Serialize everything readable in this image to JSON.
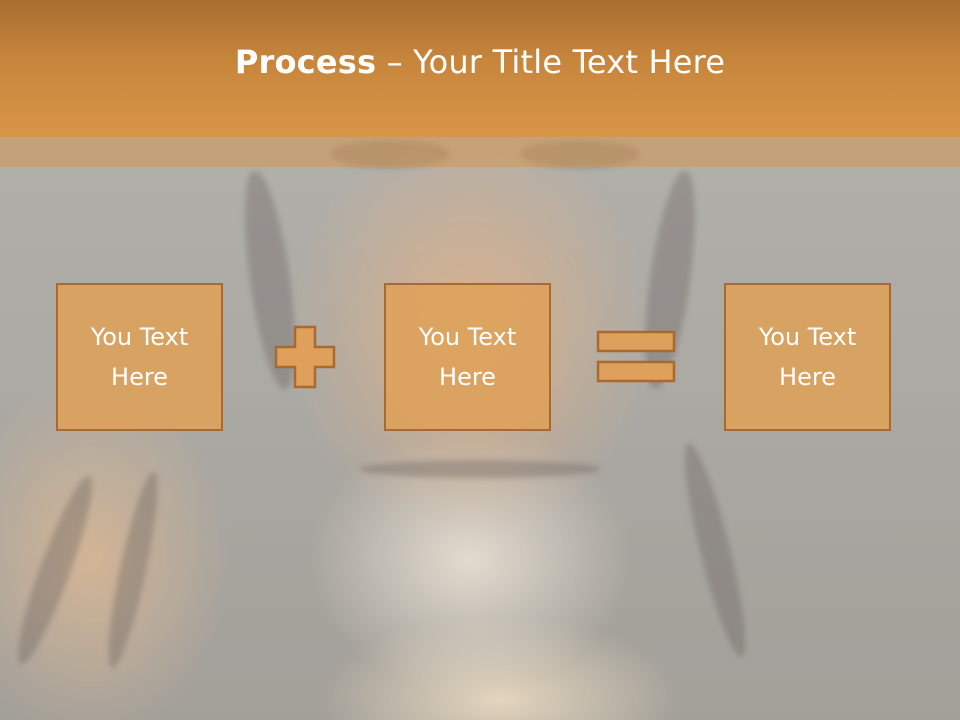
{
  "slide": {
    "title_bold": "Process",
    "title_rest": " – Your Title Text Here"
  },
  "process": {
    "boxes": [
      {
        "line1": "You Text",
        "line2": "Here"
      },
      {
        "line1": "You Text",
        "line2": "Here"
      },
      {
        "line1": "You Text",
        "line2": "Here"
      }
    ],
    "operators": [
      "plus-icon",
      "equals-icon"
    ]
  },
  "colors": {
    "accent": "#d89548",
    "box_fill": "#dea05a",
    "box_border": "#a66a32"
  }
}
